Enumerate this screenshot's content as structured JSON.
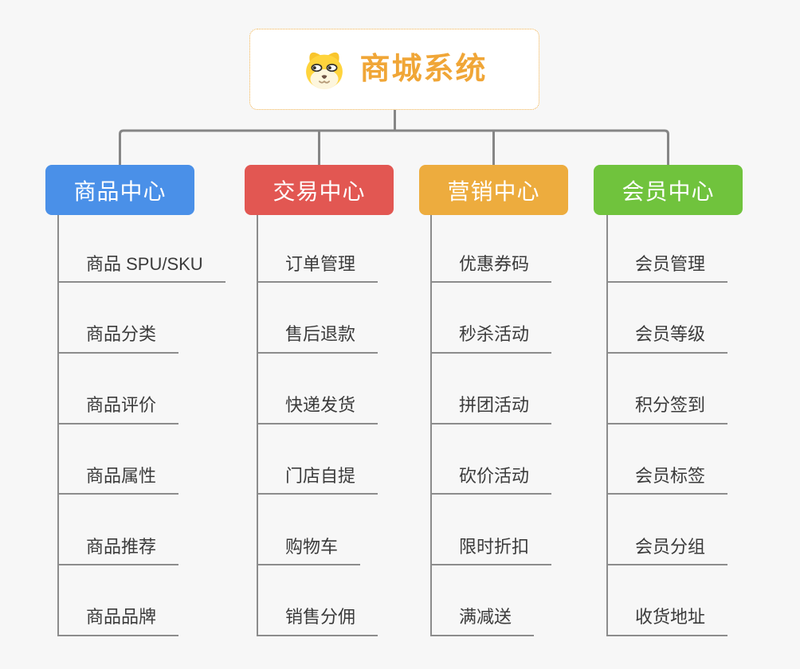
{
  "canvas": {
    "bg": "#f7f7f7",
    "connector_color": "#868686",
    "topic_text_color": "#3b3b3b",
    "topic_line_color": "#8c8c8c"
  },
  "root": {
    "title": "商城系统",
    "title_color": "#f0a637",
    "border_color": "#f1b14d",
    "icon": "dog-face-icon"
  },
  "branches": [
    {
      "label": "商品中心",
      "color": "#4a90e8",
      "children": [
        "商品 SPU/SKU",
        "商品分类",
        "商品评价",
        "商品属性",
        "商品推荐",
        "商品品牌"
      ]
    },
    {
      "label": "交易中心",
      "color": "#e25752",
      "children": [
        "订单管理",
        "售后退款",
        "快递发货",
        "门店自提",
        "购物车",
        "销售分佣"
      ]
    },
    {
      "label": "营销中心",
      "color": "#edac3e",
      "children": [
        "优惠券码",
        "秒杀活动",
        "拼团活动",
        "砍价活动",
        "限时折扣",
        "满减送"
      ]
    },
    {
      "label": "会员中心",
      "color": "#70c33d",
      "children": [
        "会员管理",
        "会员等级",
        "积分签到",
        "会员标签",
        "会员分组",
        "收货地址"
      ]
    }
  ]
}
